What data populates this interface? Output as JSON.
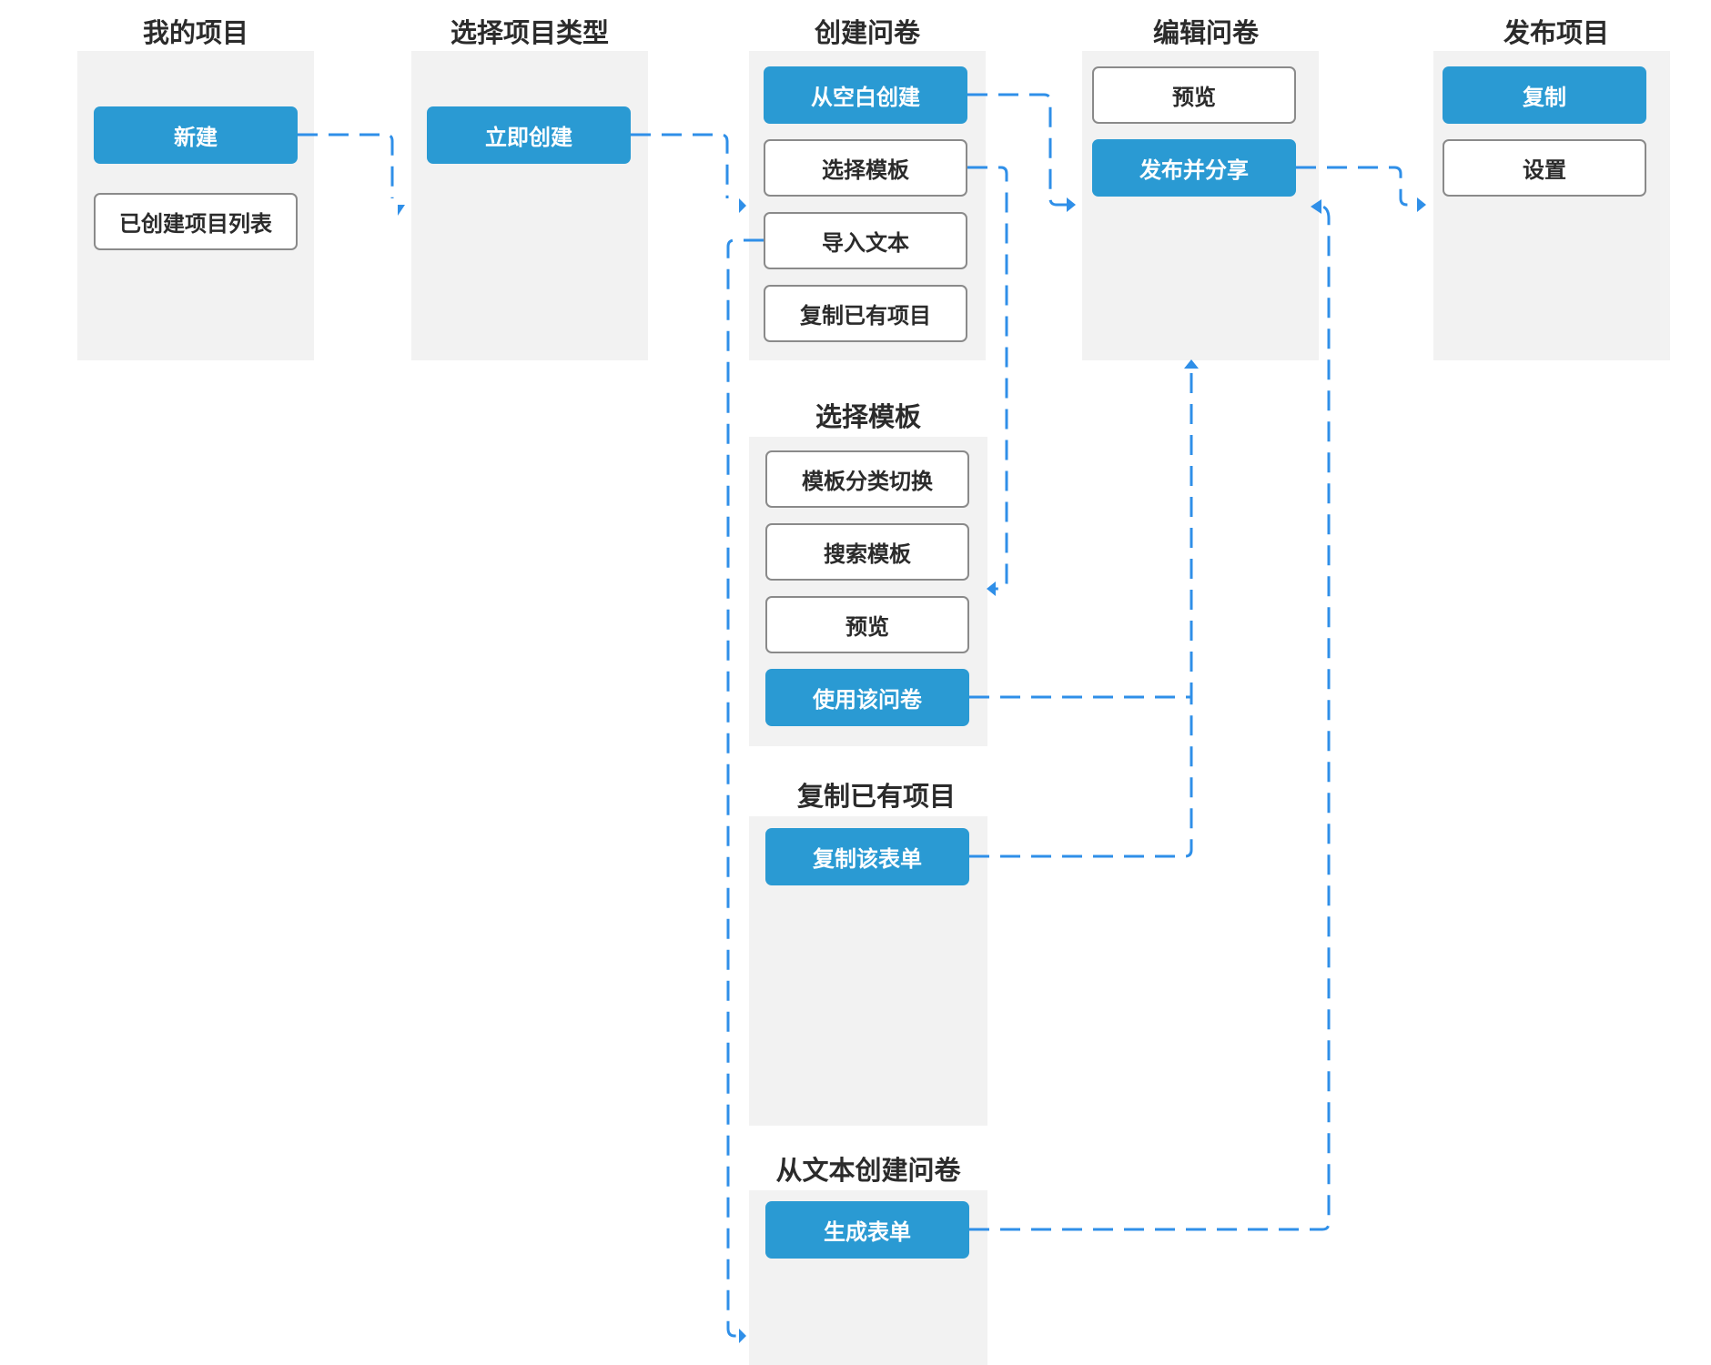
{
  "columns": {
    "my_projects": {
      "title": "我的项目",
      "new": "新建",
      "created_list": "已创建项目列表"
    },
    "choose_type": {
      "title": "选择项目类型",
      "create_now": "立即创建"
    },
    "create_survey": {
      "title": "创建问卷",
      "from_blank": "从空白创建",
      "select_template": "选择模板",
      "import_text": "导入文本",
      "copy_existing": "复制已有项目"
    },
    "edit_survey": {
      "title": "编辑问卷",
      "preview": "预览",
      "publish_share": "发布并分享"
    },
    "publish_project": {
      "title": "发布项目",
      "copy": "复制",
      "settings": "设置"
    },
    "template_panel": {
      "title": "选择模板",
      "switch_category": "模板分类切换",
      "search": "搜索模板",
      "preview": "预览",
      "use_survey": "使用该问卷"
    },
    "copy_panel": {
      "title": "复制已有项目",
      "copy_form": "复制该表单"
    },
    "text_panel": {
      "title": "从文本创建问卷",
      "generate_form": "生成表单"
    }
  },
  "colors": {
    "primary_button": "#2a9ad3",
    "connector": "#2f8fe8",
    "panel_background": "#f2f2f2"
  }
}
